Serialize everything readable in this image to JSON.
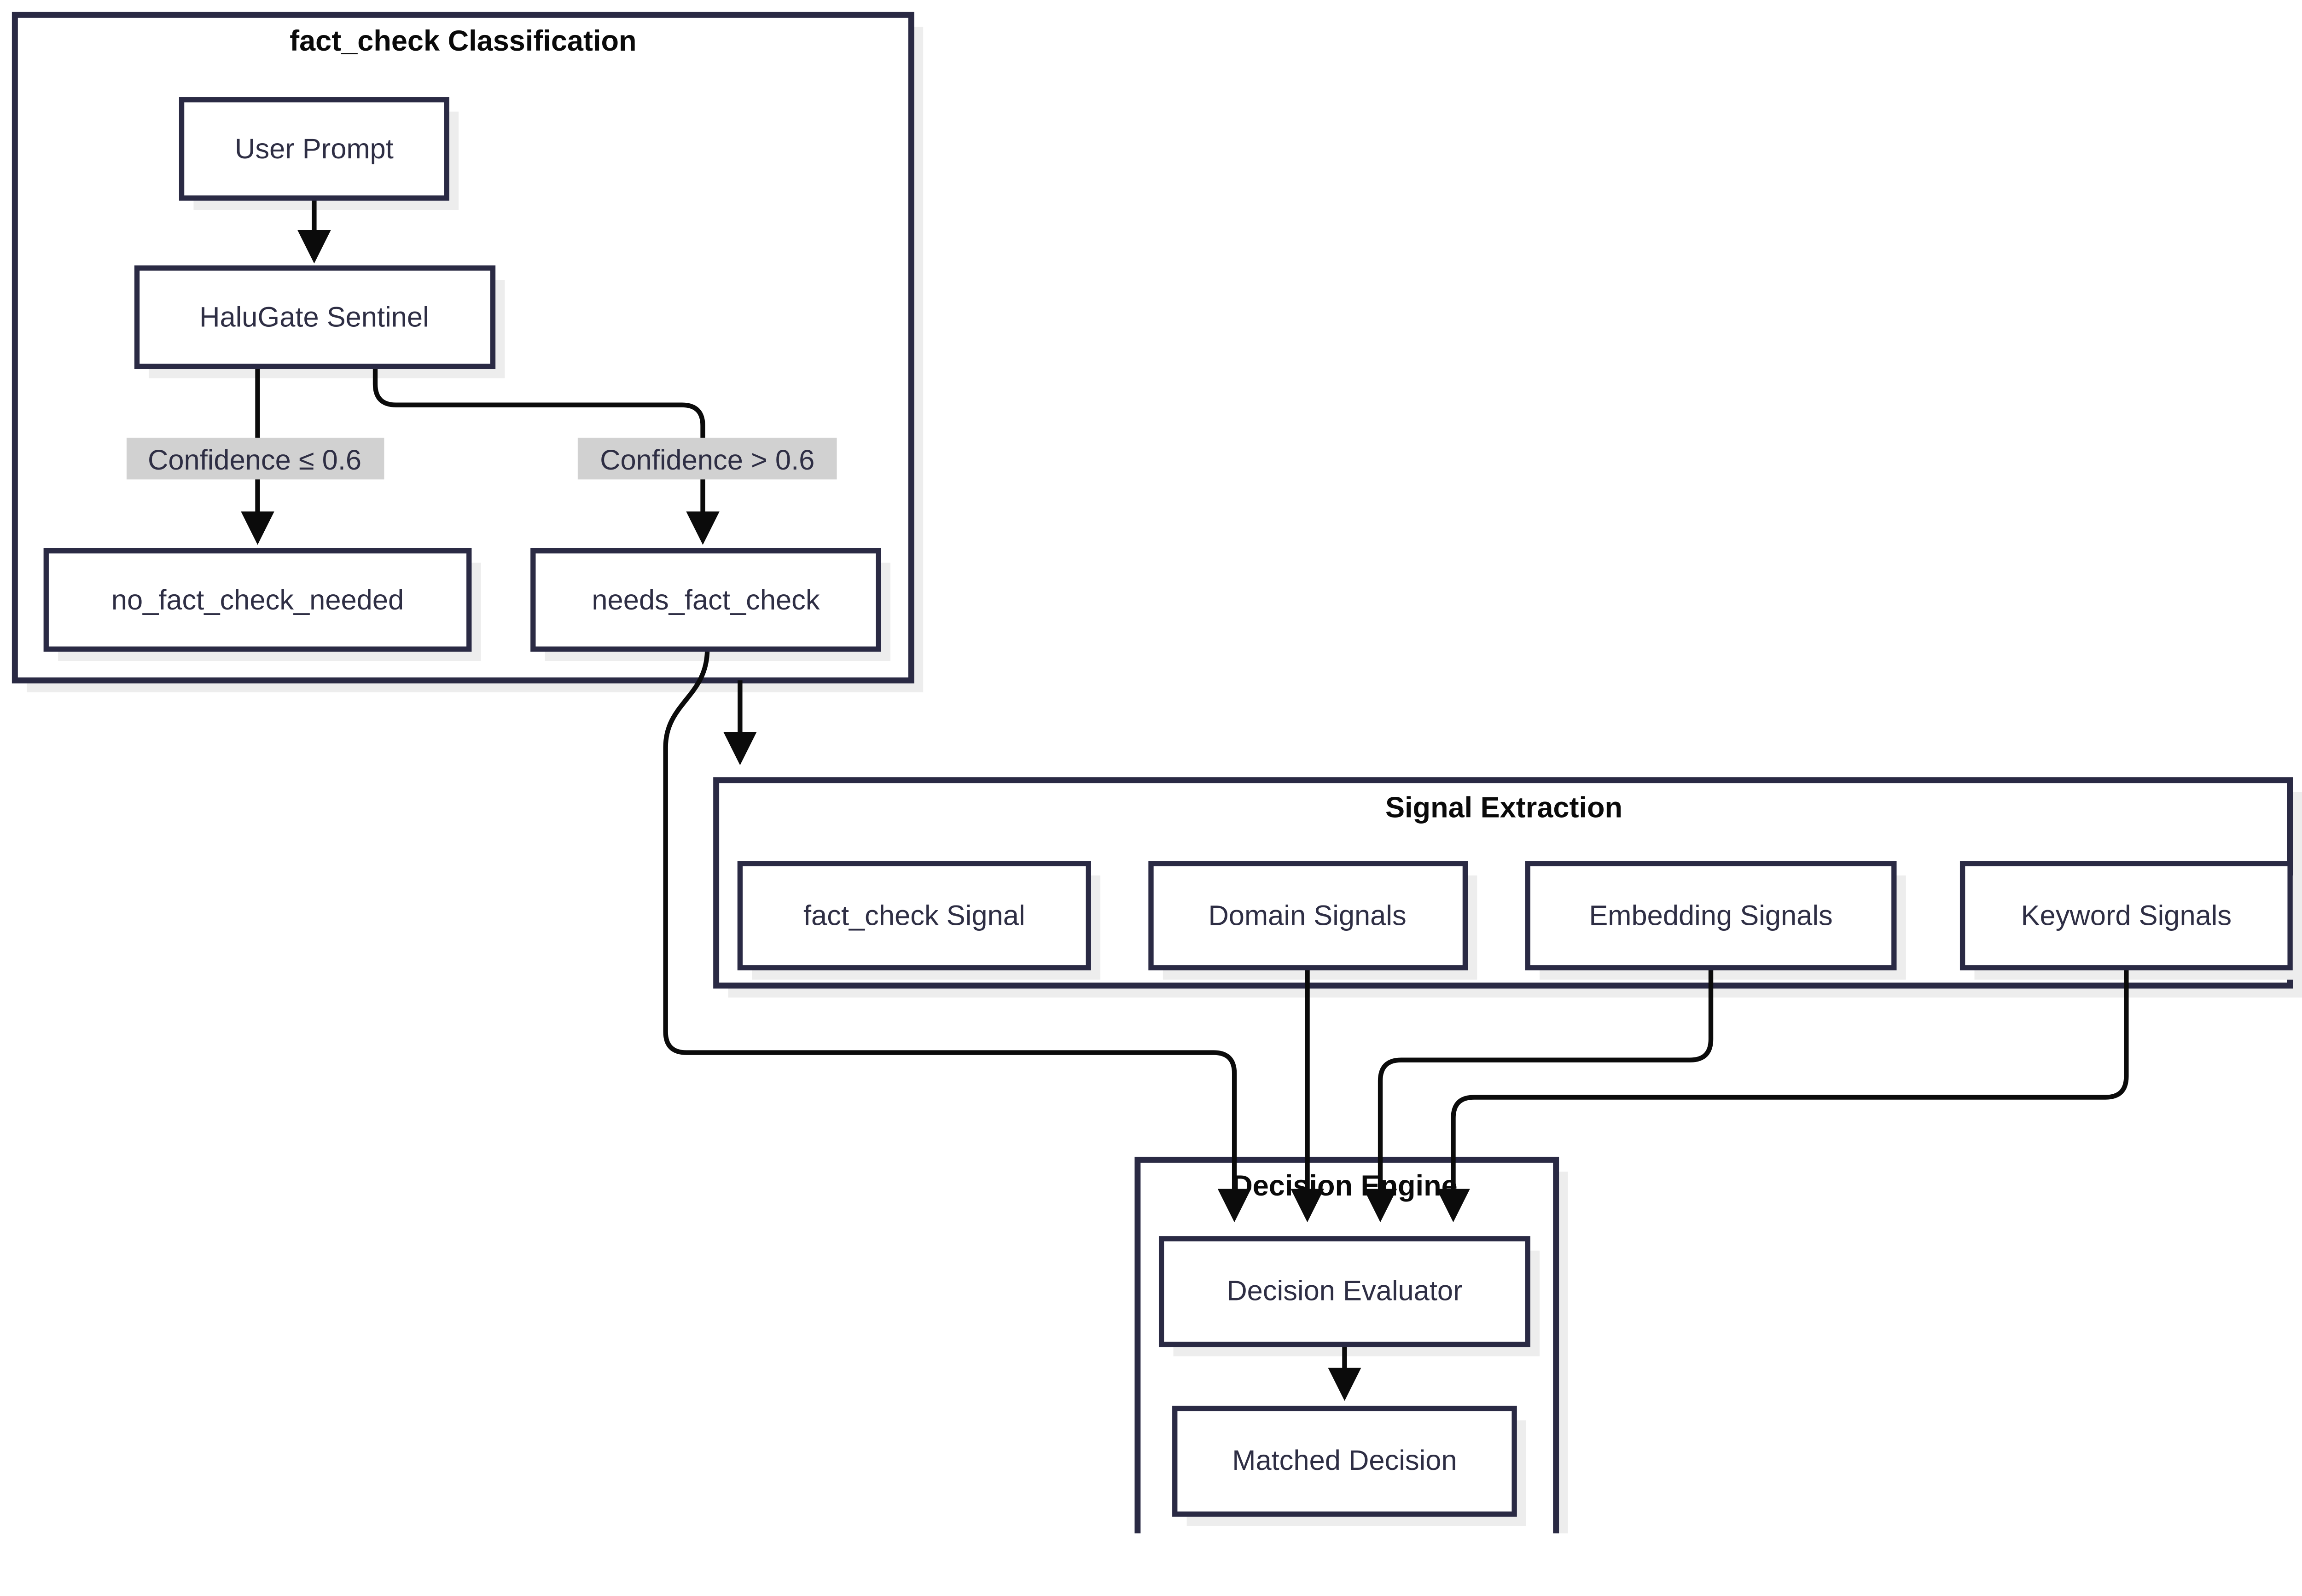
{
  "diagram": {
    "type": "flowchart",
    "colors": {
      "background": "#ffffff",
      "node_border": "#2a2a44",
      "node_fill": "#ffffff",
      "node_text": "#2e2e44",
      "edge_stroke": "#0b0b0b",
      "cluster_title_text": "#0a0a0a",
      "green_fill": "#cce6cc",
      "peach_fill": "#fcefdc",
      "label_bg": "#d1d1d1",
      "shadow": "#ededed"
    },
    "subgraphs": [
      {
        "id": "classification",
        "title": "fact_check Classification"
      },
      {
        "id": "signal_extraction",
        "title": "Signal Extraction"
      },
      {
        "id": "decision_engine",
        "title": "Decision Engine"
      }
    ],
    "nodes": [
      {
        "id": "user_prompt",
        "label": "User Prompt",
        "subgraph": "classification"
      },
      {
        "id": "halugate_sentinel",
        "label": "HaluGate Sentinel",
        "subgraph": "classification"
      },
      {
        "id": "no_fact_check_needed",
        "label": "no_fact_check_needed",
        "subgraph": "classification"
      },
      {
        "id": "needs_fact_check",
        "label": "needs_fact_check",
        "subgraph": "classification"
      },
      {
        "id": "fact_check_signal",
        "label": "fact_check Signal",
        "subgraph": "signal_extraction"
      },
      {
        "id": "domain_signals",
        "label": "Domain Signals",
        "subgraph": "signal_extraction"
      },
      {
        "id": "embedding_signals",
        "label": "Embedding Signals",
        "subgraph": "signal_extraction"
      },
      {
        "id": "keyword_signals",
        "label": "Keyword Signals",
        "subgraph": "signal_extraction"
      },
      {
        "id": "decision_evaluator",
        "label": "Decision Evaluator",
        "subgraph": "decision_engine"
      },
      {
        "id": "matched_decision",
        "label": "Matched Decision",
        "subgraph": "decision_engine"
      }
    ],
    "edge_labels": [
      {
        "id": "low_confidence",
        "text": "Confidence ≤ 0.6"
      },
      {
        "id": "high_confidence",
        "text": "Confidence > 0.6"
      }
    ],
    "edges": [
      {
        "from": "user_prompt",
        "to": "halugate_sentinel",
        "label": ""
      },
      {
        "from": "halugate_sentinel",
        "to": "no_fact_check_needed",
        "label": "Confidence ≤ 0.6"
      },
      {
        "from": "halugate_sentinel",
        "to": "needs_fact_check",
        "label": "Confidence > 0.6"
      },
      {
        "from": "needs_fact_check",
        "to": "signal_extraction",
        "label": ""
      },
      {
        "from": "needs_fact_check",
        "to": "decision_evaluator",
        "label": ""
      },
      {
        "from": "domain_signals",
        "to": "decision_evaluator",
        "label": ""
      },
      {
        "from": "embedding_signals",
        "to": "decision_evaluator",
        "label": ""
      },
      {
        "from": "keyword_signals",
        "to": "decision_evaluator",
        "label": ""
      },
      {
        "from": "decision_evaluator",
        "to": "matched_decision",
        "label": ""
      }
    ]
  }
}
